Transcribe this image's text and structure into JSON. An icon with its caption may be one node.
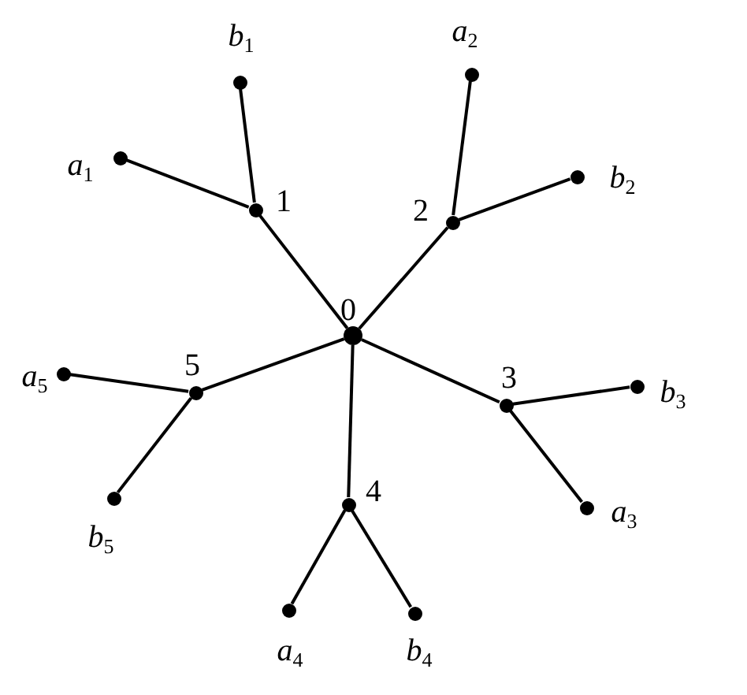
{
  "diagram": {
    "nodes": [
      {
        "text": [],
        "shape": "circle",
        "beside": [
          "0"
        ]
      },
      {
        "text": [],
        "shape": "circle",
        "beside": [
          "1"
        ]
      },
      {
        "text": [],
        "shape": "circle",
        "beside": [
          "2"
        ]
      },
      {
        "text": [],
        "shape": "circle",
        "beside": [
          "3"
        ]
      },
      {
        "text": [],
        "shape": "circle",
        "beside": [
          "4"
        ]
      },
      {
        "text": [],
        "shape": "circle",
        "beside": [
          "5"
        ]
      },
      {
        "text": [],
        "shape": "circle",
        "beside": [
          "*a*$_{1}$"
        ]
      },
      {
        "text": [],
        "shape": "circle",
        "beside": [
          "*b*$_{1}$"
        ]
      },
      {
        "text": [],
        "shape": "circle",
        "beside": [
          "*a*$_{2}$"
        ]
      },
      {
        "text": [],
        "shape": "circle",
        "beside": [
          "*b*$_{2}$"
        ]
      },
      {
        "text": [],
        "shape": "circle",
        "beside": [
          "*a*$_{3}$"
        ]
      },
      {
        "text": [],
        "shape": "circle",
        "beside": [
          "*b*$_{3}$"
        ]
      },
      {
        "text": [],
        "shape": "circle",
        "beside": [
          "*a*$_{4}$"
        ]
      },
      {
        "text": [],
        "shape": "circle",
        "beside": [
          "*b*$_{4}$"
        ]
      },
      {
        "text": [],
        "shape": "circle",
        "beside": [
          "*a*$_{5}$"
        ]
      },
      {
        "text": [],
        "shape": "circle",
        "beside": [
          "*b*$_{5}$"
        ]
      }
    ],
    "edges": [
      {
        "from": 0,
        "to": 1,
        "arrow": "none"
      },
      {
        "from": 0,
        "to": 2,
        "arrow": "none"
      },
      {
        "from": 0,
        "to": 3,
        "arrow": "none"
      },
      {
        "from": 0,
        "to": 4,
        "arrow": "none"
      },
      {
        "from": 0,
        "to": 5,
        "arrow": "none"
      },
      {
        "from": 1,
        "to": 6,
        "arrow": "none"
      },
      {
        "from": 1,
        "to": 7,
        "arrow": "none"
      },
      {
        "from": 2,
        "to": 8,
        "arrow": "none"
      },
      {
        "from": 2,
        "to": 9,
        "arrow": "none"
      },
      {
        "from": 3,
        "to": 10,
        "arrow": "none"
      },
      {
        "from": 3,
        "to": 11,
        "arrow": "none"
      },
      {
        "from": 4,
        "to": 12,
        "arrow": "none"
      },
      {
        "from": 4,
        "to": 13,
        "arrow": "none"
      },
      {
        "from": 5,
        "to": 14,
        "arrow": "none"
      },
      {
        "from": 5,
        "to": 15,
        "arrow": "none"
      }
    ]
  }
}
